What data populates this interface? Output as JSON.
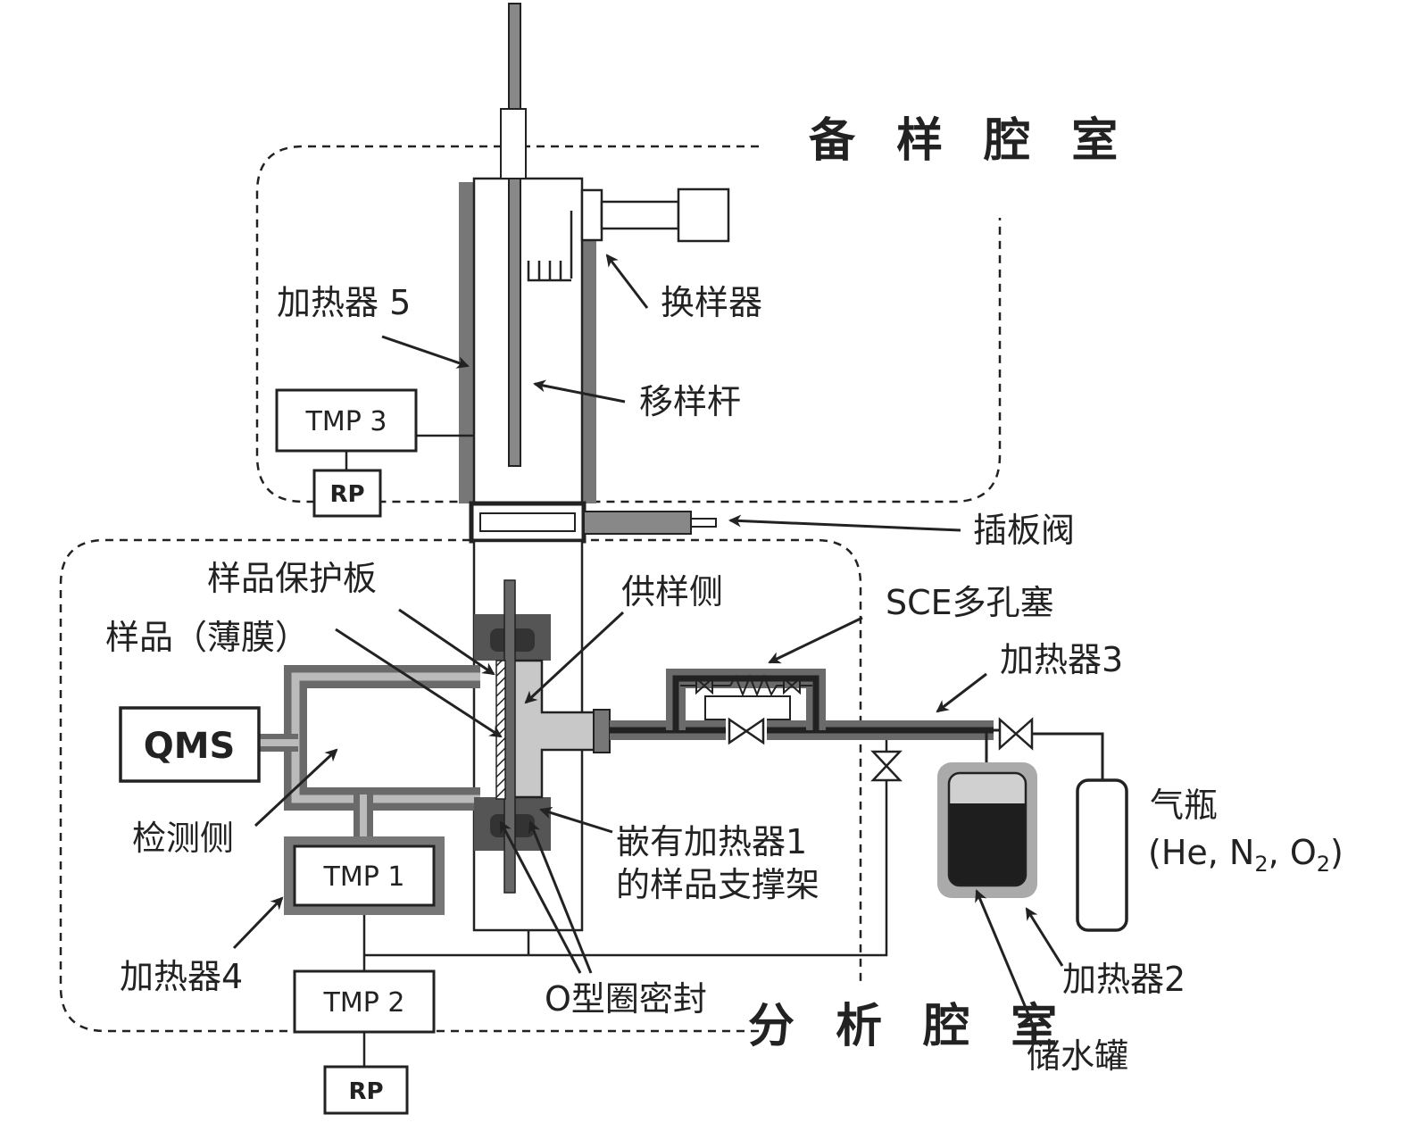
{
  "titles": {
    "prep_chamber": "备 样 腔 室",
    "analysis_chamber": "分 析 腔 室"
  },
  "labels": {
    "heater5": "加热器 5",
    "sample_changer": "换样器",
    "transfer_rod": "移样杆",
    "gate_valve": "插板阀",
    "sample_guard": "样品保护板",
    "sample_film": "样品（薄膜）",
    "supply_side": "供样侧",
    "sce_plug": "SCE多孔塞",
    "heater3": "加热器3",
    "detect_side": "检测侧",
    "holder_line1": "嵌有加热器1",
    "holder_line2": "的样品支撑架",
    "heater4": "加热器4",
    "oring": "O型圈密封",
    "heater2": "加热器2",
    "water_tank": "储水罐",
    "gas_line1": "气瓶",
    "gas_line2_a": "(He, N",
    "gas_sub_n": "2",
    "gas_line2_b": ", O",
    "gas_sub_o": "2",
    "gas_line2_c": ")"
  },
  "equipment": {
    "tmp3": "TMP 3",
    "rp_top": "RP",
    "qms": "QMS",
    "tmp1": "TMP 1",
    "tmp2": "TMP 2",
    "rp_bottom": "RP"
  },
  "colors": {
    "line": "#222222",
    "heater_gray": "#777777",
    "dark_gray": "#444444",
    "light_fill": "#c8c8c8",
    "water": "#1e1e1e"
  }
}
